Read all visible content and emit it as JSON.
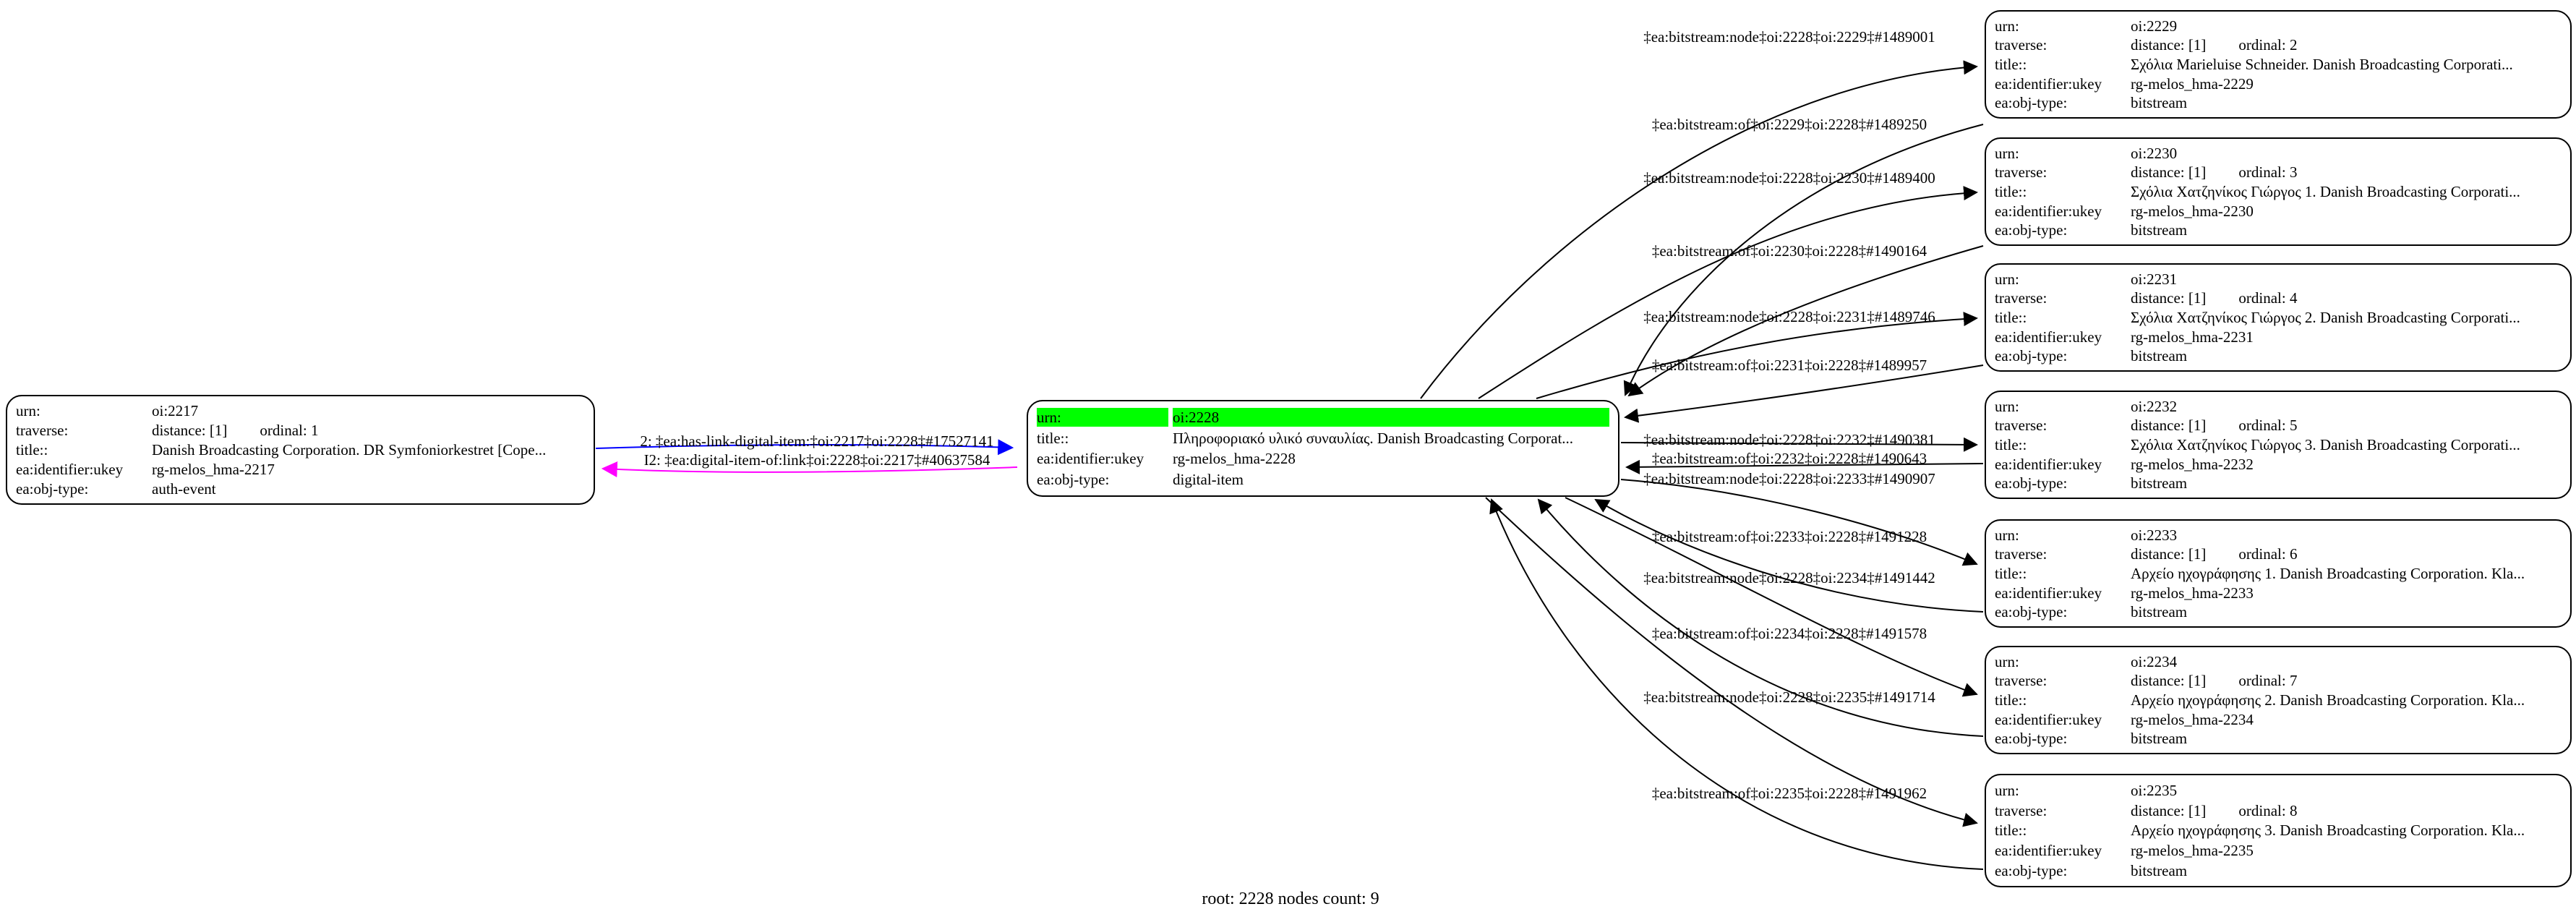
{
  "diagram": {
    "caption": "root: 2228 nodes count: 9",
    "highlight_color": "#00ff00",
    "edge_colors": {
      "bitstream": "#000000",
      "has_link": "#0000ff",
      "item_of": "#ff00ff"
    }
  },
  "row_labels": {
    "urn": "urn:",
    "traverse": "traverse:",
    "title": "title::",
    "ukey": "ea:identifier:ukey",
    "objtype": "ea:obj-type:"
  },
  "nodes": [
    {
      "id": "2217",
      "urn": "oi:2217",
      "distance": "distance: [1]",
      "ordinal": "ordinal: 1",
      "title": "Danish Broadcasting Corporation. DR Symfoniorkestret [Cope...",
      "ukey": "rg-melos_hma-2217",
      "objtype": "auth-event",
      "highlight": false
    },
    {
      "id": "2228",
      "urn": "oi:2228",
      "distance": "",
      "ordinal": "",
      "title": "Πληροφοριακό υλικό συναυλίας. Danish Broadcasting Corporat...",
      "ukey": "rg-melos_hma-2228",
      "objtype": "digital-item",
      "highlight": true
    },
    {
      "id": "2229",
      "urn": "oi:2229",
      "distance": "distance: [1]",
      "ordinal": "ordinal: 2",
      "title": "Σχόλια Marieluise Schneider. Danish Broadcasting Corporati...",
      "ukey": "rg-melos_hma-2229",
      "objtype": "bitstream",
      "highlight": false
    },
    {
      "id": "2230",
      "urn": "oi:2230",
      "distance": "distance: [1]",
      "ordinal": "ordinal: 3",
      "title": "Σχόλια Χατζηνίκος Γιώργος 1. Danish Broadcasting Corporati...",
      "ukey": "rg-melos_hma-2230",
      "objtype": "bitstream",
      "highlight": false
    },
    {
      "id": "2231",
      "urn": "oi:2231",
      "distance": "distance: [1]",
      "ordinal": "ordinal: 4",
      "title": "Σχόλια Χατζηνίκος Γιώργος 2. Danish Broadcasting Corporati...",
      "ukey": "rg-melos_hma-2231",
      "objtype": "bitstream",
      "highlight": false
    },
    {
      "id": "2232",
      "urn": "oi:2232",
      "distance": "distance: [1]",
      "ordinal": "ordinal: 5",
      "title": "Σχόλια Χατζηνίκος Γιώργος 3. Danish Broadcasting Corporati...",
      "ukey": "rg-melos_hma-2232",
      "objtype": "bitstream",
      "highlight": false
    },
    {
      "id": "2233",
      "urn": "oi:2233",
      "distance": "distance: [1]",
      "ordinal": "ordinal: 6",
      "title": "Αρχείο ηχογράφησης 1. Danish Broadcasting Corporation. Kla...",
      "ukey": "rg-melos_hma-2233",
      "objtype": "bitstream",
      "highlight": false
    },
    {
      "id": "2234",
      "urn": "oi:2234",
      "distance": "distance: [1]",
      "ordinal": "ordinal: 7",
      "title": "Αρχείο ηχογράφησης 2. Danish Broadcasting Corporation. Kla...",
      "ukey": "rg-melos_hma-2234",
      "objtype": "bitstream",
      "highlight": false
    },
    {
      "id": "2235",
      "urn": "oi:2235",
      "distance": "distance: [1]",
      "ordinal": "ordinal: 8",
      "title": "Αρχείο ηχογράφησης 3. Danish Broadcasting Corporation. Kla...",
      "ukey": "rg-melos_hma-2235",
      "objtype": "bitstream",
      "highlight": false
    }
  ],
  "edges": [
    {
      "id": "link",
      "color_key": "has_link",
      "label": "2: ‡ea:has-link-digital-item:‡oi:2217‡oi:2228‡#17527141"
    },
    {
      "id": "linkrev",
      "color_key": "item_of",
      "label": "I2: ‡ea:digital-item-of:link‡oi:2228‡oi:2217‡#40637584"
    },
    {
      "id": "n2229",
      "color_key": "bitstream",
      "label": "‡ea:bitstream:node‡oi:2228‡oi:2229‡#1489001"
    },
    {
      "id": "o2229",
      "color_key": "bitstream",
      "label": "‡ea:bitstream:of‡oi:2229‡oi:2228‡#1489250"
    },
    {
      "id": "n2230",
      "color_key": "bitstream",
      "label": "‡ea:bitstream:node‡oi:2228‡oi:2230‡#1489400"
    },
    {
      "id": "o2230",
      "color_key": "bitstream",
      "label": "‡ea:bitstream:of‡oi:2230‡oi:2228‡#1490164"
    },
    {
      "id": "n2231",
      "color_key": "bitstream",
      "label": "‡ea:bitstream:node‡oi:2228‡oi:2231‡#1489746"
    },
    {
      "id": "o2231",
      "color_key": "bitstream",
      "label": "‡ea:bitstream:of‡oi:2231‡oi:2228‡#1489957"
    },
    {
      "id": "n2232",
      "color_key": "bitstream",
      "label": "‡ea:bitstream:node‡oi:2228‡oi:2232‡#1490381"
    },
    {
      "id": "o2232",
      "color_key": "bitstream",
      "label": "‡ea:bitstream:of‡oi:2232‡oi:2228‡#1490643"
    },
    {
      "id": "n2233",
      "color_key": "bitstream",
      "label": "‡ea:bitstream:node‡oi:2228‡oi:2233‡#1490907"
    },
    {
      "id": "o2233",
      "color_key": "bitstream",
      "label": "‡ea:bitstream:of‡oi:2233‡oi:2228‡#1491228"
    },
    {
      "id": "n2234",
      "color_key": "bitstream",
      "label": "‡ea:bitstream:node‡oi:2228‡oi:2234‡#1491442"
    },
    {
      "id": "o2234",
      "color_key": "bitstream",
      "label": "‡ea:bitstream:of‡oi:2234‡oi:2228‡#1491578"
    },
    {
      "id": "n2235",
      "color_key": "bitstream",
      "label": "‡ea:bitstream:node‡oi:2228‡oi:2235‡#1491714"
    },
    {
      "id": "o2235",
      "color_key": "bitstream",
      "label": "‡ea:bitstream:of‡oi:2235‡oi:2228‡#1491962"
    }
  ]
}
